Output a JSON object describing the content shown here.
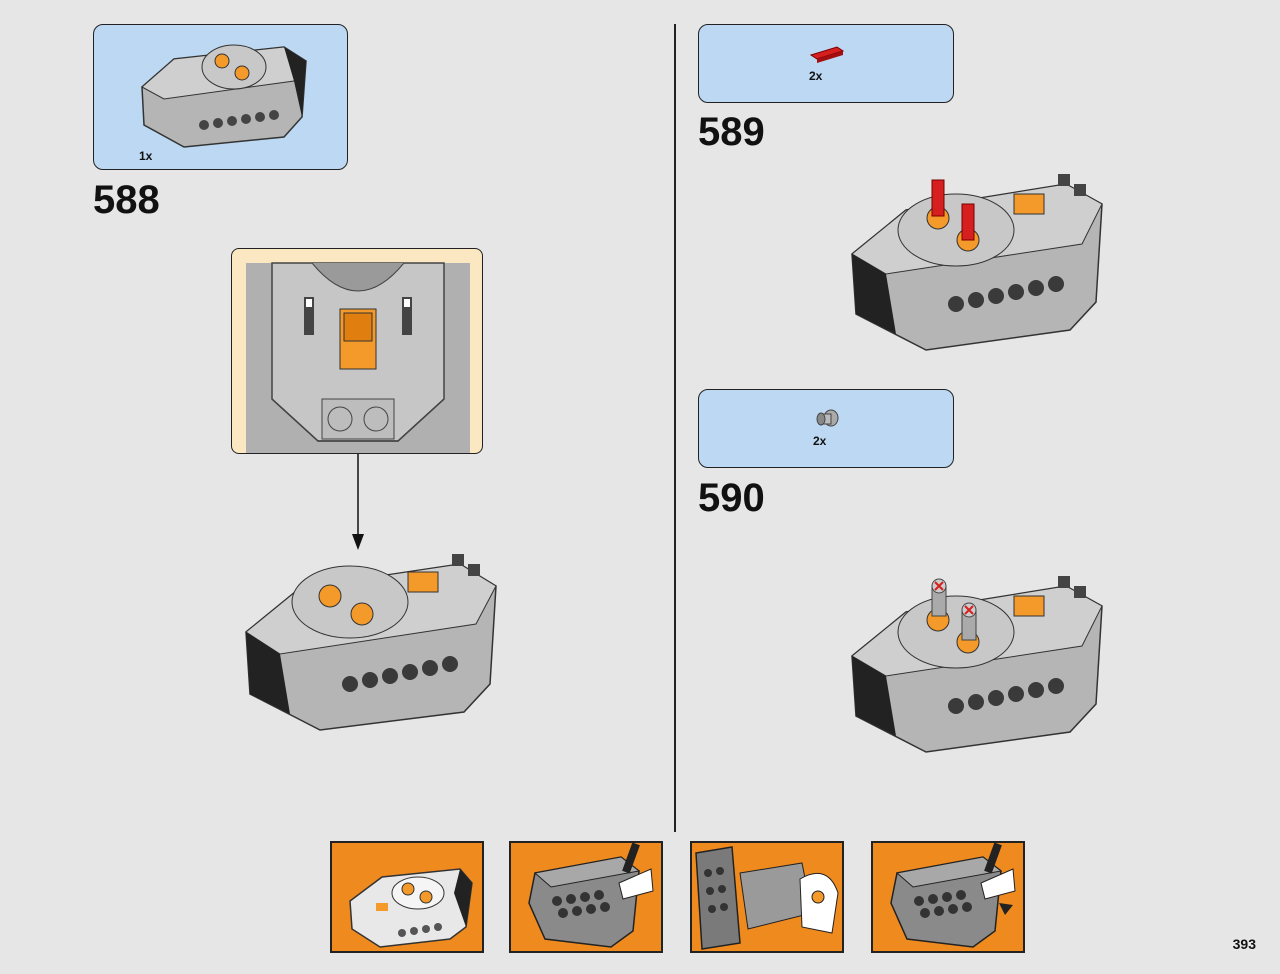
{
  "page": {
    "number": "393"
  },
  "steps": [
    {
      "number": "588",
      "parts": [
        {
          "name": "power-functions-battery-box-icon",
          "qty": "1x"
        }
      ]
    },
    {
      "number": "589",
      "parts": [
        {
          "name": "red-axle-connector-icon",
          "qty": "2x"
        }
      ]
    },
    {
      "number": "590",
      "parts": [
        {
          "name": "gray-bushing-icon",
          "qty": "2x"
        }
      ]
    }
  ],
  "sequence": [
    {
      "name": "battery-box-icon"
    },
    {
      "name": "insert-battery-cover-icon"
    },
    {
      "name": "open-battery-compartment-icon"
    },
    {
      "name": "close-battery-cover-icon"
    }
  ],
  "colors": {
    "background": "#e6e6e6",
    "parts_box": "#bcd8f2",
    "callout": "#fbe8c2",
    "sequence_box": "#ef8a1f",
    "accent_orange": "#f39a2a",
    "element_red": "#d62020"
  }
}
